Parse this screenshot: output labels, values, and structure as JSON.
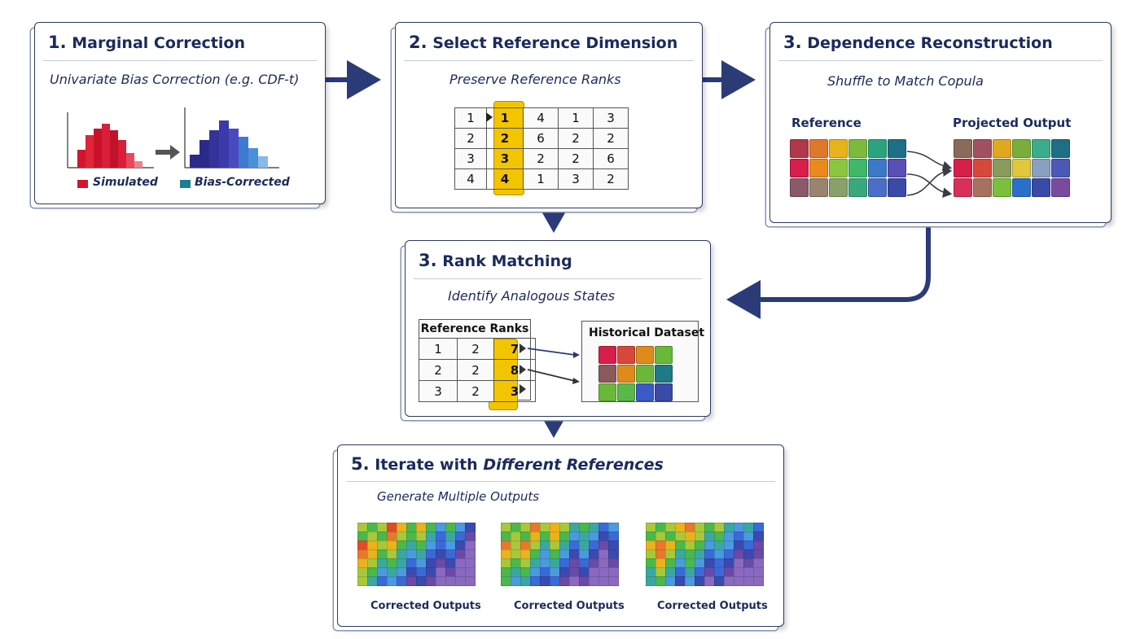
{
  "colors": {
    "navy": "#1a2a5c",
    "arrow": "#2a3b78",
    "highlight": "#f3c400",
    "simulated": "#d0162e",
    "bias_corrected": "#1f7f92"
  },
  "panel1": {
    "number": "1.",
    "title": "Marginal Correction",
    "subtitle": "Univariate Bias Correction (e.g. CDF-t)",
    "legend_simulated": "Simulated",
    "legend_corrected": "Bias-Corrected",
    "arrow_icon": "right-arrow-icon"
  },
  "panel2": {
    "number": "2.",
    "title": "Select Reference Dimension",
    "subtitle": "Preserve Reference Ranks",
    "table": [
      [
        "1",
        "1",
        "4",
        "1",
        "3"
      ],
      [
        "2",
        "2",
        "6",
        "2",
        "2"
      ],
      [
        "3",
        "3",
        "2",
        "2",
        "6"
      ],
      [
        "4",
        "4",
        "1",
        "3",
        "2"
      ]
    ]
  },
  "panel3": {
    "number": "3.",
    "title": "Dependence Reconstruction",
    "subtitle": "Shuffle to Match Copula",
    "reference_label": "Reference",
    "output_label": "Projected Output",
    "reference_colors": [
      [
        "#b0384a",
        "#e0782a",
        "#e8b21c",
        "#7cba3c",
        "#2aa47c",
        "#1e6f86"
      ],
      [
        "#d81e4a",
        "#ea8a1c",
        "#8cc63f",
        "#3fb86a",
        "#3b78c8",
        "#5a4fb4"
      ],
      [
        "#8a5a6a",
        "#9a8470",
        "#8aa06a",
        "#3aa87e",
        "#4a6fc8",
        "#3a4aa8"
      ]
    ],
    "output_colors": [
      [
        "#8a6a5a",
        "#a05060",
        "#e0a81c",
        "#7aae3a",
        "#3aae8c",
        "#1e6f86"
      ],
      [
        "#d81e4a",
        "#d8483a",
        "#8a9a5a",
        "#e0c83a",
        "#8aa0c0",
        "#4a58b8"
      ],
      [
        "#d8305a",
        "#a87060",
        "#7ac03a",
        "#2a70c8",
        "#3a4aa8",
        "#7a4aa0"
      ]
    ]
  },
  "panel4": {
    "number": "3.",
    "title": "Rank Matching",
    "subtitle": "Identify Analogous States",
    "ref_table_header": "Reference Ranks",
    "ref_table": [
      [
        "1",
        "2",
        "7"
      ],
      [
        "2",
        "2",
        "8"
      ],
      [
        "3",
        "2",
        "3"
      ]
    ],
    "dataset_label": "Historical Dataset",
    "dataset_colors": [
      [
        "#d81e4a",
        "#d8483a",
        "#e08a1c",
        "#6ab83a"
      ],
      [
        "#8a5a5a",
        "#e08a1c",
        "#6ab83a",
        "#1e7a86"
      ],
      [
        "#6ab83a",
        "#5ab84a",
        "#3a5ac8",
        "#3a4aa8"
      ]
    ]
  },
  "panel5": {
    "number": "5.",
    "title_prefix": "Iterate with ",
    "title_emph": "Different References",
    "subtitle": "Generate Multiple Outputs",
    "captions": [
      "Corrected Outputs",
      "Corrected Outputs",
      "Corrected Outputs"
    ]
  }
}
